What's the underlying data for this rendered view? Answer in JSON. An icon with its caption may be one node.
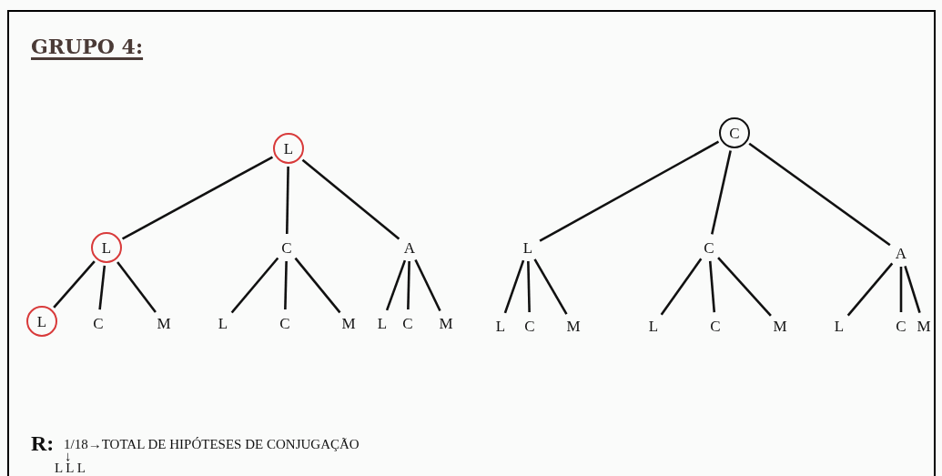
{
  "diagram": {
    "title": "GRUPO 4:",
    "nodes": [
      {
        "text": [
          "L"
        ]
      },
      {
        "text": [
          "L"
        ]
      },
      {
        "text": [
          "C"
        ]
      },
      {
        "text": [
          "A"
        ]
      },
      {
        "text": [
          "L"
        ]
      },
      {
        "text": [
          "C"
        ]
      },
      {
        "text": [
          "M"
        ]
      },
      {
        "text": [
          "L"
        ]
      },
      {
        "text": [
          "C"
        ]
      },
      {
        "text": [
          "M"
        ]
      },
      {
        "text": [
          "L"
        ]
      },
      {
        "text": [
          "C"
        ]
      },
      {
        "text": [
          "M"
        ]
      },
      {
        "text": [
          "C"
        ]
      },
      {
        "text": [
          "L"
        ]
      },
      {
        "text": [
          "C"
        ]
      },
      {
        "text": [
          "A"
        ]
      },
      {
        "text": [
          "L"
        ]
      },
      {
        "text": [
          "C"
        ]
      },
      {
        "text": [
          "M"
        ]
      },
      {
        "text": [
          "L"
        ]
      },
      {
        "text": [
          "C"
        ]
      },
      {
        "text": [
          "M"
        ]
      },
      {
        "text": [
          "L"
        ]
      },
      {
        "text": [
          "C"
        ]
      },
      {
        "text": [
          "M"
        ]
      }
    ],
    "edges": [
      {
        "from": 0,
        "to": 1,
        "arrow": "none"
      },
      {
        "from": 0,
        "to": 2,
        "arrow": "none"
      },
      {
        "from": 0,
        "to": 3,
        "arrow": "none"
      },
      {
        "from": 1,
        "to": 4,
        "arrow": "none"
      },
      {
        "from": 1,
        "to": 5,
        "arrow": "none"
      },
      {
        "from": 1,
        "to": 6,
        "arrow": "none"
      },
      {
        "from": 2,
        "to": 7,
        "arrow": "none"
      },
      {
        "from": 2,
        "to": 8,
        "arrow": "none"
      },
      {
        "from": 2,
        "to": 9,
        "arrow": "none"
      },
      {
        "from": 3,
        "to": 10,
        "arrow": "none"
      },
      {
        "from": 3,
        "to": 11,
        "arrow": "none"
      },
      {
        "from": 3,
        "to": 12,
        "arrow": "none"
      },
      {
        "from": 13,
        "to": 14,
        "arrow": "none"
      },
      {
        "from": 13,
        "to": 15,
        "arrow": "none"
      },
      {
        "from": 13,
        "to": 16,
        "arrow": "none"
      },
      {
        "from": 14,
        "to": 17,
        "arrow": "none"
      },
      {
        "from": 14,
        "to": 18,
        "arrow": "none"
      },
      {
        "from": 14,
        "to": 19,
        "arrow": "none"
      },
      {
        "from": 15,
        "to": 20,
        "arrow": "none"
      },
      {
        "from": 15,
        "to": 21,
        "arrow": "none"
      },
      {
        "from": 15,
        "to": 22,
        "arrow": "none"
      },
      {
        "from": 16,
        "to": 23,
        "arrow": "none"
      },
      {
        "from": 16,
        "to": 24,
        "arrow": "none"
      },
      {
        "from": 16,
        "to": 25,
        "arrow": "none"
      }
    ],
    "labels": [
      "R:",
      "1/18→TOTAL DE HIPÓTESES DE CONJUGAÇÃO",
      "↓",
      "L L L"
    ]
  }
}
